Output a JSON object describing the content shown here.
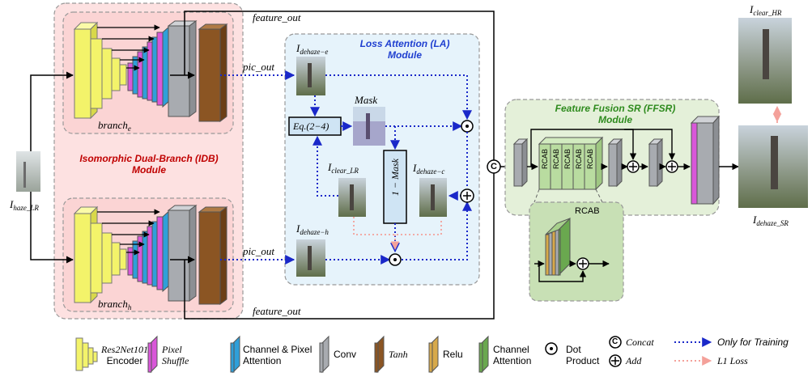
{
  "labels": {
    "feature_out_top": "feature_out",
    "feature_out_bottom": "feature_out",
    "pic_out_top": "pic_out",
    "pic_out_bottom": "pic_out",
    "branch_e": "branch",
    "branch_e_sub": "e",
    "branch_h": "branch",
    "branch_h_sub": "h",
    "i_haze": "I",
    "i_haze_sub": "haze_LR",
    "i_dehaze_e": "I",
    "i_dehaze_e_sub": "dehaze−e",
    "i_dehaze_h": "I",
    "i_dehaze_h_sub": "dehaze−h",
    "i_clear_lr": "I",
    "i_clear_lr_sub": "clear_LR",
    "i_dehaze_c": "I",
    "i_dehaze_c_sub": "dehaze−c",
    "i_clear_hr": "I",
    "i_clear_hr_sub": "clear_HR",
    "i_dehaze_sr": "I",
    "i_dehaze_sr_sub": "dehaze_SR",
    "mask": "Mask",
    "one_minus_mask": "1 − Mask",
    "eq": "Eq.(2−4)",
    "rcab": "RCAB",
    "concat_symbol": "C",
    "dot_symbol": "⊙",
    "add_symbol": "+"
  },
  "modules": {
    "idb_line1": "Isomorphic Dual-Branch (IDB)",
    "idb_line2": "Module",
    "la_line1": "Loss Attention (LA)",
    "la_line2": "Module",
    "ffsr_line1": "Feature Fusion SR (FFSR)",
    "ffsr_line2": "Module"
  },
  "legend": {
    "encoder_1": "Res2Net101",
    "encoder_2": "Encoder",
    "pixel_shuffle_1": "Pixel",
    "pixel_shuffle_2": "Shuffle",
    "cpa_1": "Channel & Pixel",
    "cpa_2": "Attention",
    "conv": "Conv",
    "tanh": "Tanh",
    "relu": "Relu",
    "ca_1": "Channel",
    "ca_2": "Attention",
    "dot_1": "Dot",
    "dot_2": "Product",
    "concat": "Concat",
    "add": "Add",
    "training": "Only for Training",
    "l1": "L1 Loss"
  },
  "colors": {
    "encoder": "#f3f36a",
    "pixel_shuffle": "#d957d9",
    "cpa": "#2f9fd9",
    "conv": "#a8abb0",
    "tanh": "#8b5523",
    "relu": "#d7a94a",
    "channel_attention": "#6aa84f",
    "training_arrow": "#1a28c9",
    "l1_arrow": "#f4a19a",
    "idb_bg": "#fde1e1",
    "la_bg": "#e6f3fb",
    "ffsr_bg": "#e4f0d9"
  }
}
